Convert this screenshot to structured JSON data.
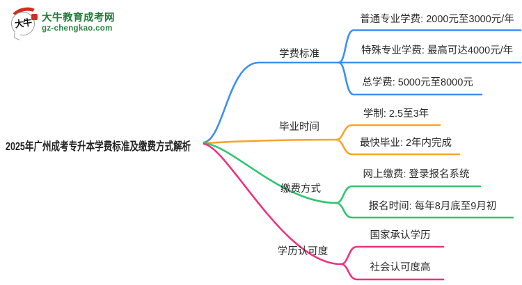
{
  "site": {
    "logo_text": "大牛",
    "brand_name": "大牛教育成考网",
    "brand_url": "gz-chengkao.com",
    "brand_color": "#217A38",
    "logo_accent_color": "#CF2F22"
  },
  "mindmap": {
    "central_topic": "2025年广州成考专升本学费标准及缴费方式解析",
    "text_color": "#2B2B2B",
    "branches": [
      {
        "label": "学费标准",
        "color": "#3A8FF2",
        "children": [
          "普通专业学费: 2000元至3000元/年",
          "特殊专业学费: 最高可达4000元/年",
          "总学费: 5000元至8000元"
        ]
      },
      {
        "label": "毕业时间",
        "color": "#F7A42C",
        "children": [
          "学制: 2.5至3年",
          "最快毕业: 2年内完成"
        ]
      },
      {
        "label": "缴费方式",
        "color": "#2EC56F",
        "children": [
          "网上缴费: 登录报名系统",
          "报名时间: 每年8月底至9月初"
        ]
      },
      {
        "label": "学历认可度",
        "color": "#F1307E",
        "children": [
          "国家承认学历",
          "社会认可度高"
        ]
      }
    ]
  }
}
